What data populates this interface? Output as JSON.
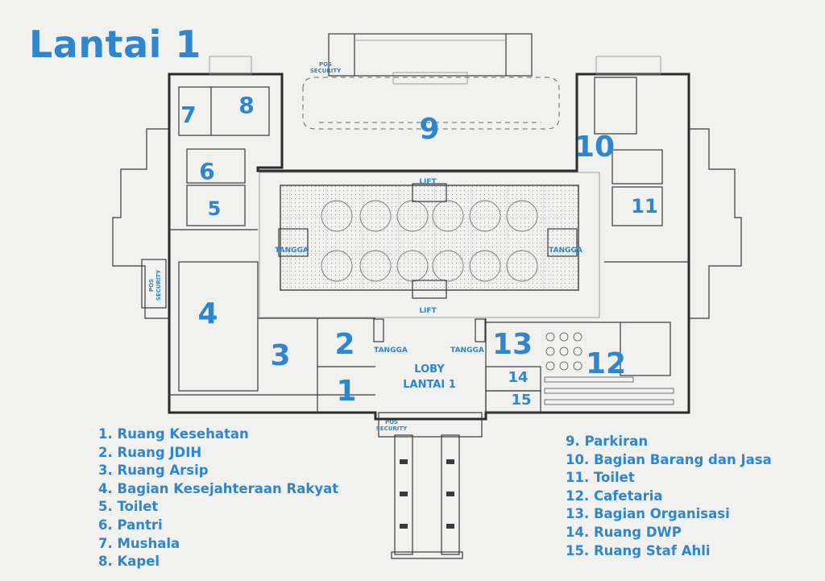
{
  "title": "Lantai 1",
  "colors": {
    "accent": "#2f86cf",
    "line": "#2b2b2b",
    "paper": "#f1f1ef"
  },
  "plan_labels": {
    "pos_security_top": [
      "POS",
      "SECURITY"
    ],
    "pos_security_left": [
      "POS",
      "SECURITY"
    ],
    "pos_security_bottom": [
      "POS",
      "SECURITY"
    ],
    "lift_top": "LIFT",
    "lift_bottom": "LIFT",
    "tangga_left": "TANGGA",
    "tangga_right": "TANGGA",
    "tangga_lobby_left": "TANGGA",
    "tangga_lobby_right": "TANGGA",
    "lobby": [
      "LOBY",
      "LANTAI 1"
    ]
  },
  "room_numbers": [
    "1",
    "2",
    "3",
    "4",
    "5",
    "6",
    "7",
    "8",
    "9",
    "10",
    "11",
    "12",
    "13",
    "14",
    "15"
  ],
  "legend_left": [
    "1.  Ruang Kesehatan",
    "2. Ruang JDIH",
    "3. Ruang Arsip",
    "4. Bagian Kesejahteraan Rakyat",
    "5. Toilet",
    "6. Pantri",
    "7. Mushala",
    "8. Kapel"
  ],
  "legend_right": [
    "9.   Parkiran",
    "10. Bagian Barang dan Jasa",
    "11. Toilet",
    "12. Cafetaria",
    "13. Bagian Organisasi",
    "14. Ruang DWP",
    "15. Ruang Staf Ahli"
  ]
}
